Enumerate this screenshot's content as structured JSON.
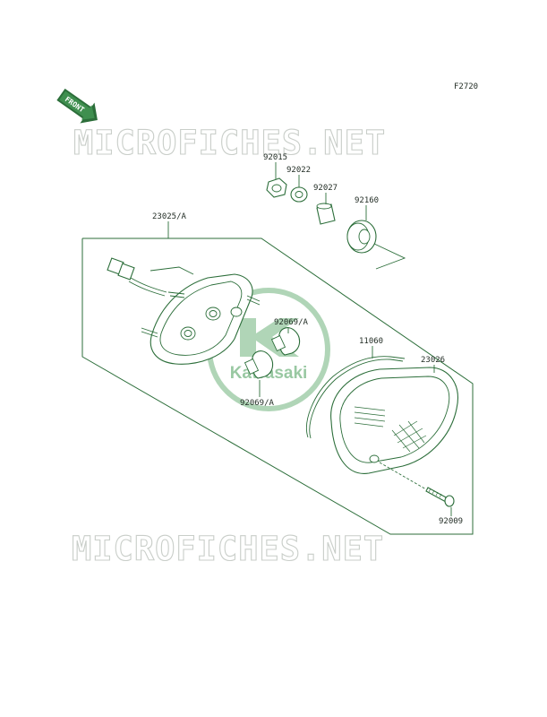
{
  "figure_code": "F2720",
  "front_label": "FRONT",
  "watermark_text": "MICROFICHES.NET",
  "logo_text": "Kawasaki",
  "colors": {
    "line": "#2c6e3a",
    "logo": "#6fb27c",
    "watermark": "#c9cec9"
  },
  "parts": {
    "p92015": "92015",
    "p92022": "92022",
    "p92027": "92027",
    "p92160": "92160",
    "p23025A": "23025/A",
    "p92069A_upper": "92069/A",
    "p92069A_lower": "92069/A",
    "p11060": "11060",
    "p23026": "23026",
    "p92009": "92009"
  }
}
